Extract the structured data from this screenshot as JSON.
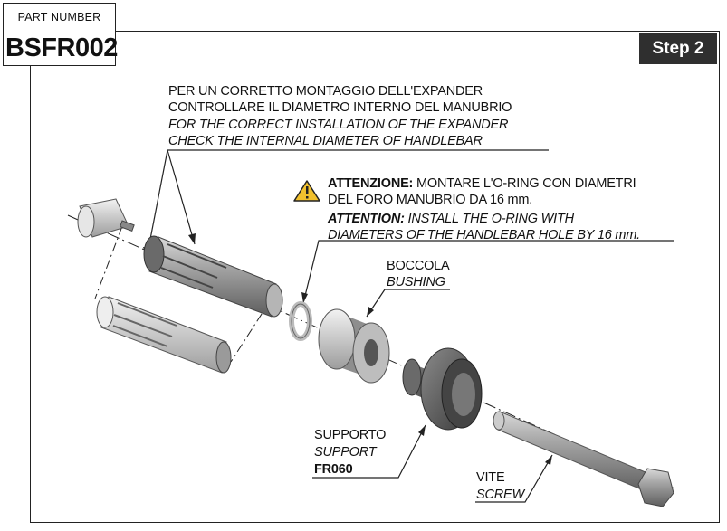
{
  "part_number": {
    "label": "PART NUMBER",
    "value": "BSFR002"
  },
  "step_label": "Step 2",
  "note_top": {
    "line1_it": "PER UN CORRETTO MONTAGGIO DELL'EXPANDER",
    "line2_it": "CONTROLLARE IL DIAMETRO INTERNO DEL MANUBRIO",
    "line1_en": "FOR THE CORRECT INSTALLATION OF THE EXPANDER",
    "line2_en": "CHECK THE INTERNAL DIAMETER OF HANDLEBAR"
  },
  "warning": {
    "icon": "warning-triangle-icon",
    "it_bold": "ATTENZIONE:",
    "it_rest": " MONTARE L'O-RING CON DIAMETRI",
    "it_line2": "DEL FORO MANUBRIO DA 16 mm.",
    "en_bold": "ATTENTION:",
    "en_rest": " INSTALL THE O-RING WITH",
    "en_line2": "DIAMETERS OF THE HANDLEBAR  HOLE BY 16 mm."
  },
  "bushing": {
    "it": "BOCCOLA",
    "en": "BUSHING"
  },
  "support": {
    "it": "SUPPORTO",
    "en": "SUPPORT",
    "code": "FR060"
  },
  "screw": {
    "it": "VITE",
    "en": "SCREW"
  },
  "colors": {
    "step_bg": "#2f2f2f",
    "warning_fill": "#f2c12e",
    "part_gray": "#9a9a9a"
  }
}
